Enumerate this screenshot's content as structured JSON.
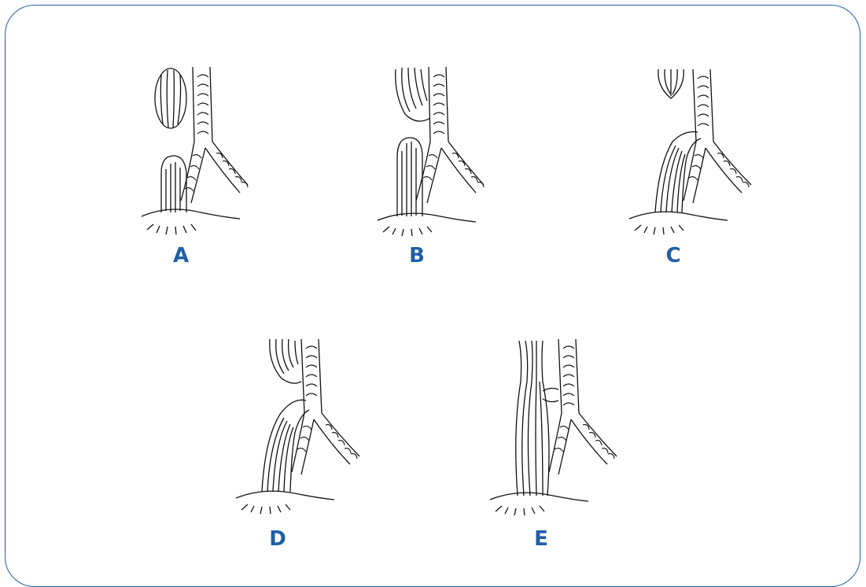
{
  "colors": {
    "frame": "#1f5fa8",
    "label": "#1f5fa8",
    "ink": "#111111"
  },
  "panels": [
    {
      "id": "A",
      "label": "A"
    },
    {
      "id": "B",
      "label": "B"
    },
    {
      "id": "C",
      "label": "C"
    },
    {
      "id": "D",
      "label": "D"
    },
    {
      "id": "E",
      "label": "E"
    }
  ]
}
